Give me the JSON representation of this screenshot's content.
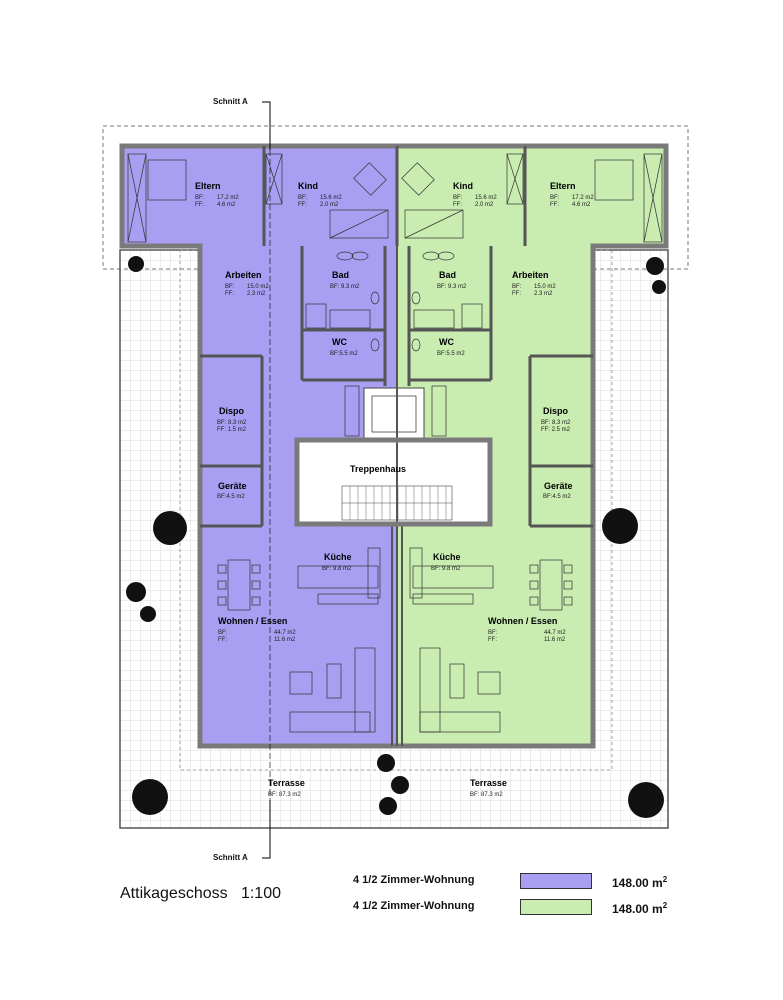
{
  "cut_label": "Schnitt A",
  "plan_title": "Attikageschoss   1:100",
  "colors": {
    "unit_left": "#a99ff2",
    "unit_right": "#c9ecb0",
    "wall": "#7a7a7a",
    "terrace_grid": "#cfcfcf"
  },
  "rooms": {
    "eltern_l": {
      "name": "Eltern",
      "bf": "17.2 m2",
      "ff": "4.6 m2"
    },
    "kind_l": {
      "name": "Kind",
      "bf": "15.6 m2",
      "ff": "2.0 m2"
    },
    "kind_r": {
      "name": "Kind",
      "bf": "15.6 m2",
      "ff": "2.0 m2"
    },
    "eltern_r": {
      "name": "Eltern",
      "bf": "17.2 m2",
      "ff": "4.6 m2"
    },
    "arbeiten_l": {
      "name": "Arbeiten",
      "bf": "15.0 m2",
      "ff": "2.3 m2"
    },
    "bad_l": {
      "name": "Bad",
      "bf": "9.3 m2"
    },
    "bad_r": {
      "name": "Bad",
      "bf": "9.3 m2"
    },
    "arbeiten_r": {
      "name": "Arbeiten",
      "bf": "15.0 m2",
      "ff": "2.3 m2"
    },
    "wc_l": {
      "name": "WC",
      "bf": "5.5 m2"
    },
    "wc_r": {
      "name": "WC",
      "bf": "5.5 m2"
    },
    "dispo_l": {
      "name": "Dispo",
      "bf": "8.3 m2",
      "ff": "1.5 m2"
    },
    "dispo_r": {
      "name": "Dispo",
      "bf": "8.3 m2",
      "ff": "2.5 m2"
    },
    "treppenhaus": {
      "name": "Treppenhaus"
    },
    "geraete_l": {
      "name": "Geräte",
      "bf": "4.5 m2"
    },
    "geraete_r": {
      "name": "Geräte",
      "bf": "4.5 m2"
    },
    "kueche_l": {
      "name": "Küche",
      "bf": "9.8 m2"
    },
    "kueche_r": {
      "name": "Küche",
      "bf": "9.8 m2"
    },
    "wohnen_l": {
      "name": "Wohnen / Essen",
      "bf": "44.7 m2",
      "ff": "11.6 m2"
    },
    "wohnen_r": {
      "name": "Wohnen / Essen",
      "bf": "44.7 m2",
      "ff": "11.6 m2"
    },
    "terrasse_l": {
      "name": "Terrasse",
      "bf": "87.3 m2"
    },
    "terrasse_r": {
      "name": "Terrasse",
      "bf": "87.3 m2"
    }
  },
  "labels": {
    "bf": "BF:",
    "ff": "FF:"
  },
  "legend": [
    {
      "label": "4 1/2 Zimmer-Wohnung",
      "color": "#a99ff2",
      "area": "148.00 m",
      "unit_sup": "2"
    },
    {
      "label": "4 1/2 Zimmer-Wohnung",
      "color": "#c9ecb0",
      "area": "148.00 m",
      "unit_sup": "2"
    }
  ]
}
